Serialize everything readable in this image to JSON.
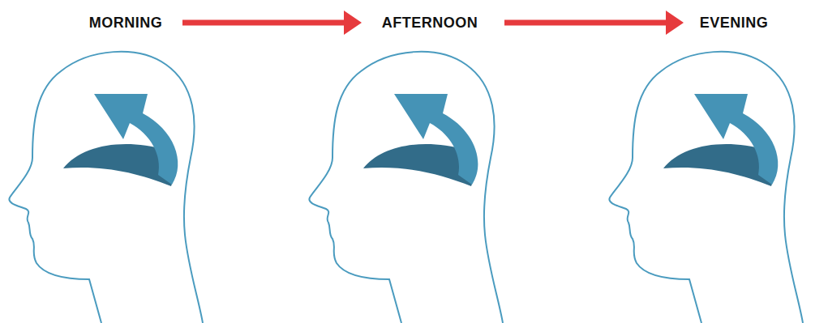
{
  "diagram": {
    "labels": [
      "MORNING",
      "AFTERNOON",
      "EVENING"
    ]
  }
}
